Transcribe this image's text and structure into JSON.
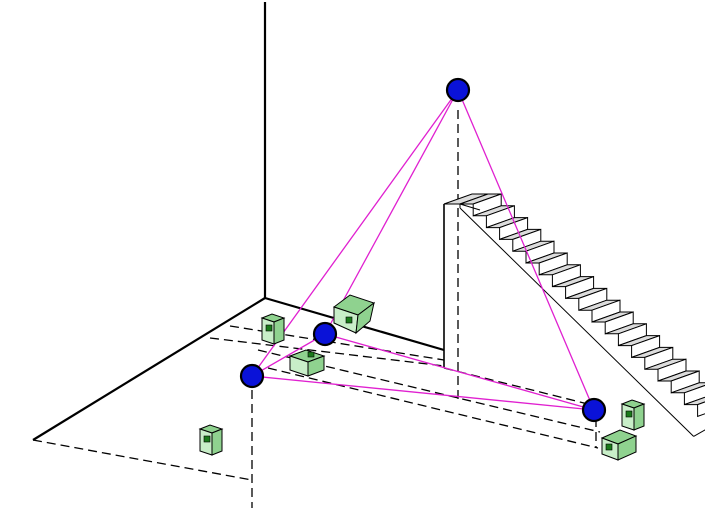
{
  "colors": {
    "node_fill": "#0a12d8",
    "link": "#e020d0",
    "device_fill": "#c8eec8",
    "device_shade": "#8fd28f"
  },
  "nodes": [
    {
      "id": "ceiling-node"
    },
    {
      "id": "left-floor-node"
    },
    {
      "id": "center-floor-node"
    },
    {
      "id": "right-floor-node"
    }
  ],
  "links": [
    {
      "from": "ceiling-node",
      "to": "left-floor-node"
    },
    {
      "from": "ceiling-node",
      "to": "center-floor-node"
    },
    {
      "from": "ceiling-node",
      "to": "right-floor-node"
    },
    {
      "from": "left-floor-node",
      "to": "center-floor-node"
    },
    {
      "from": "left-floor-node",
      "to": "right-floor-node"
    },
    {
      "from": "center-floor-node",
      "to": "right-floor-node"
    }
  ],
  "devices": [
    {
      "id": "device-1"
    },
    {
      "id": "device-2"
    },
    {
      "id": "device-3"
    },
    {
      "id": "device-4"
    },
    {
      "id": "device-5"
    },
    {
      "id": "device-6"
    }
  ],
  "staircase": {
    "steps": 18
  }
}
